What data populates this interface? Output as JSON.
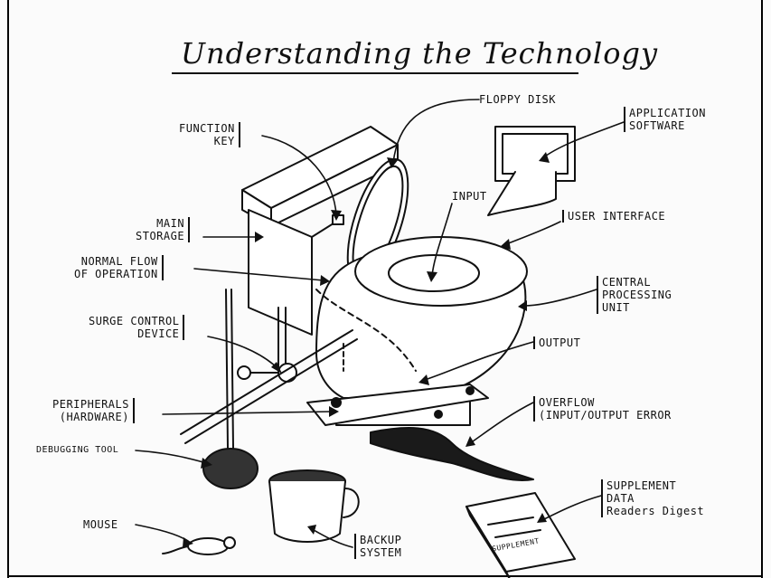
{
  "title": "Understanding the Technology",
  "labels": {
    "floppy_disk": "FLOPPY DISK",
    "application_software": "APPLICATION\nSOFTWARE",
    "function_key": "FUNCTION\nKEY",
    "input": "INPUT",
    "main_storage": "MAIN\nSTORAGE",
    "user_interface": "USER INTERFACE",
    "normal_flow": "NORMAL FLOW\nOF OPERATION",
    "cpu": "CENTRAL\nPROCESSING\nUNIT",
    "surge_control": "SURGE CONTROL\nDEVICE",
    "output": "OUTPUT",
    "peripherals": "PERIPHERALS\n(HARDWARE)",
    "overflow": "OVERFLOW\n(INPUT/OUTPUT ERROR",
    "debugging_tool": "DEBUGGING TOOL",
    "supplement_data": "SUPPLEMENT\nDATA\nReaders Digest",
    "mouse": "MOUSE",
    "backup_system": "BACKUP\nSYSTEM",
    "book_label": "SUPPLEMENT"
  }
}
